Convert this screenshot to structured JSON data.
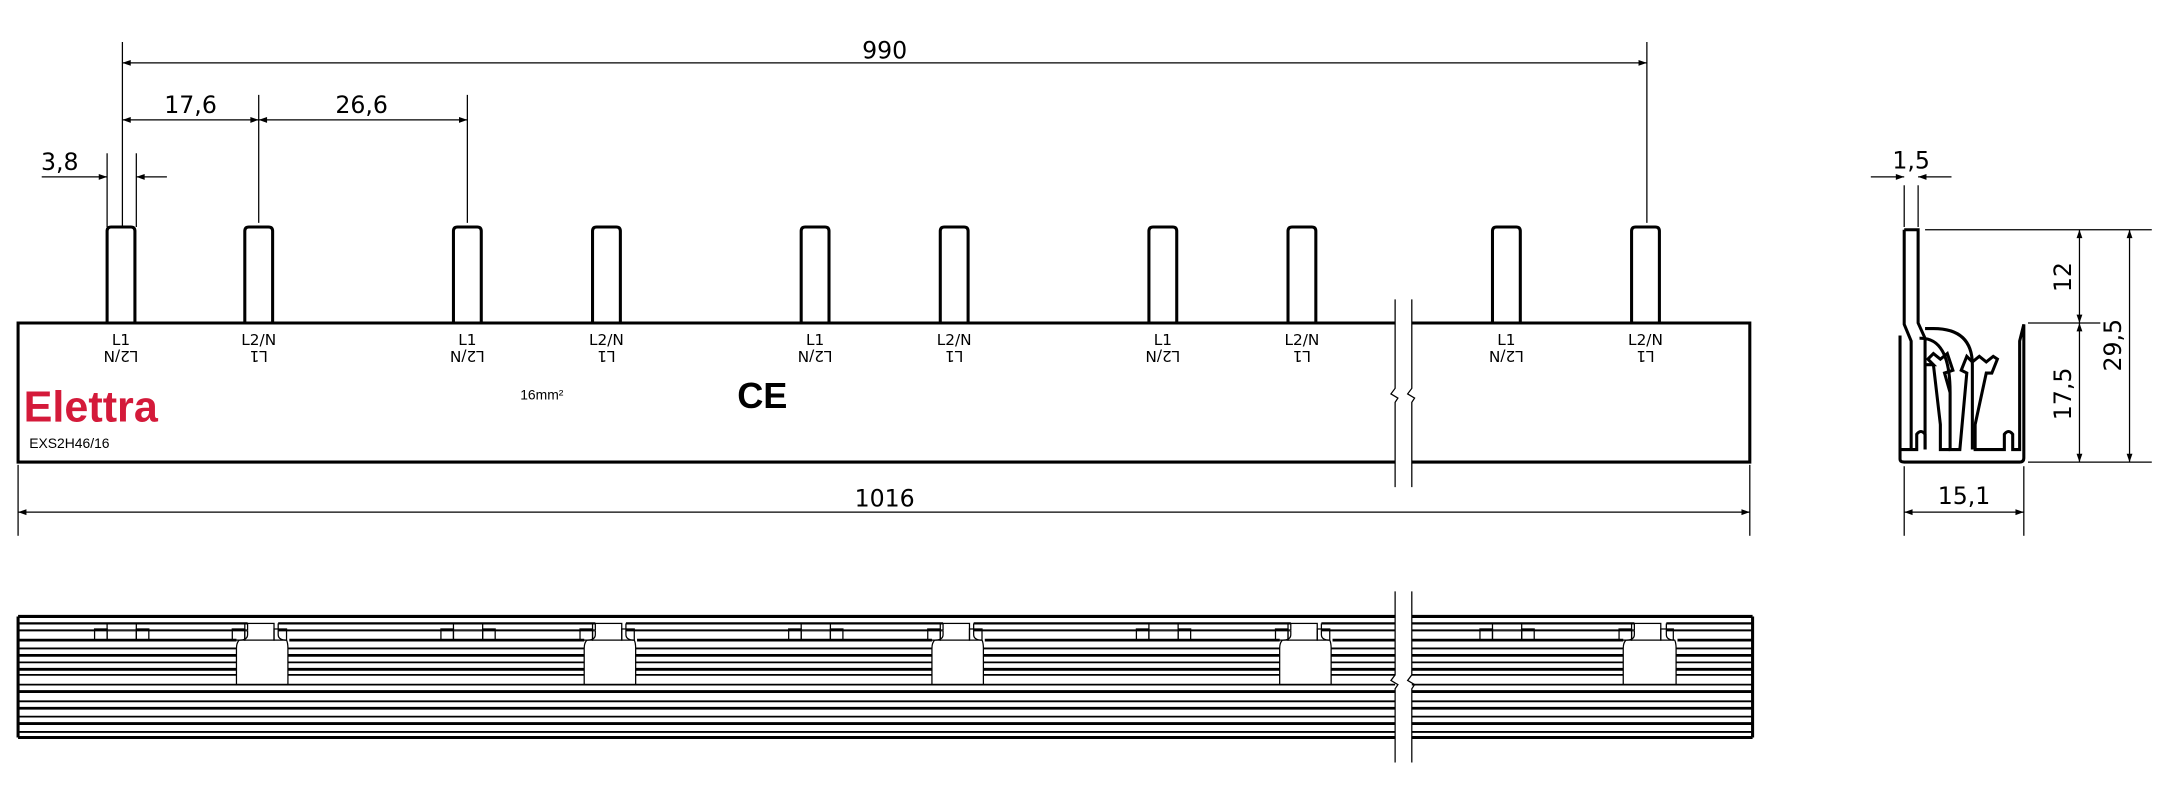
{
  "brand": {
    "name": "Elettra",
    "color": "#d41a3a"
  },
  "product_code": "EXS2H46/16",
  "cross_section": "16mm²",
  "mark": "CE",
  "dimensions": {
    "pitch_total": "990",
    "offset_first": "17,6",
    "pitch": "26,6",
    "pin_width": "3,8",
    "length": "1016",
    "side_thickness": "1,5",
    "side_pin_height": "12",
    "side_body_height": "17,5",
    "side_total_height": "29,5",
    "side_width": "15,1"
  },
  "pins": [
    {
      "top": "L1",
      "bottom": "L2/N"
    },
    {
      "top": "L2/N",
      "bottom": "L1"
    },
    {
      "top": "L1",
      "bottom": "L2/N"
    },
    {
      "top": "L2/N",
      "bottom": "L1"
    },
    {
      "top": "L1",
      "bottom": "L2/N"
    },
    {
      "top": "L2/N",
      "bottom": "L1"
    },
    {
      "top": "L1",
      "bottom": "L2/N"
    },
    {
      "top": "L2/N",
      "bottom": "L1"
    },
    {
      "top": "L1",
      "bottom": "L2/N"
    },
    {
      "top": "L2/N",
      "bottom": "L1"
    }
  ]
}
